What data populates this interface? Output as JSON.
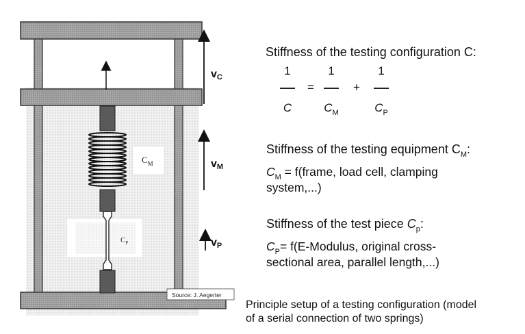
{
  "diagram": {
    "velocity_labels": {
      "vc_main": "v",
      "vc_sub": "C",
      "vm_main": "v",
      "vm_sub": "M",
      "vp_main": "v",
      "vp_sub": "P"
    },
    "spring_label": {
      "main": "C",
      "sub": "M"
    },
    "specimen_label": {
      "main": "C",
      "sub": "P"
    },
    "source": "Source: J. Aegerter"
  },
  "stiffness_config": {
    "heading": "Stiffness of the testing configuration C:",
    "numerator": "1",
    "lhs_den": "C",
    "equals": "=",
    "plus": "+",
    "rhs1_den_main": "C",
    "rhs1_den_sub": "M",
    "rhs2_den_main": "C",
    "rhs2_den_sub": "P"
  },
  "stiffness_equipment": {
    "heading_main": "Stiffness of the testing equipment C",
    "heading_sub": "M",
    "heading_end": ":",
    "line1_var": "C",
    "line1_sub": "M",
    "line1_rest": " = f(frame, load cell, clamping",
    "line2": "system,...)"
  },
  "stiffness_piece": {
    "heading_main": "Stiffness of the test piece ",
    "heading_var": "C",
    "heading_sub": "p",
    "heading_end": ":",
    "line1_var": "C",
    "line1_sub": "P",
    "line1_rest": "= f(E-Modulus, original cross-",
    "line2": "sectional area, parallel length,...)"
  },
  "caption": {
    "line1": "Principle setup of a testing configuration (model",
    "line2": "of a serial connection of two springs)"
  },
  "colors": {
    "frame": "#9e9e9e",
    "frame_stroke": "#333333",
    "background_dots": "#e4e4e4",
    "grip": "#555555",
    "ink": "#111111"
  }
}
